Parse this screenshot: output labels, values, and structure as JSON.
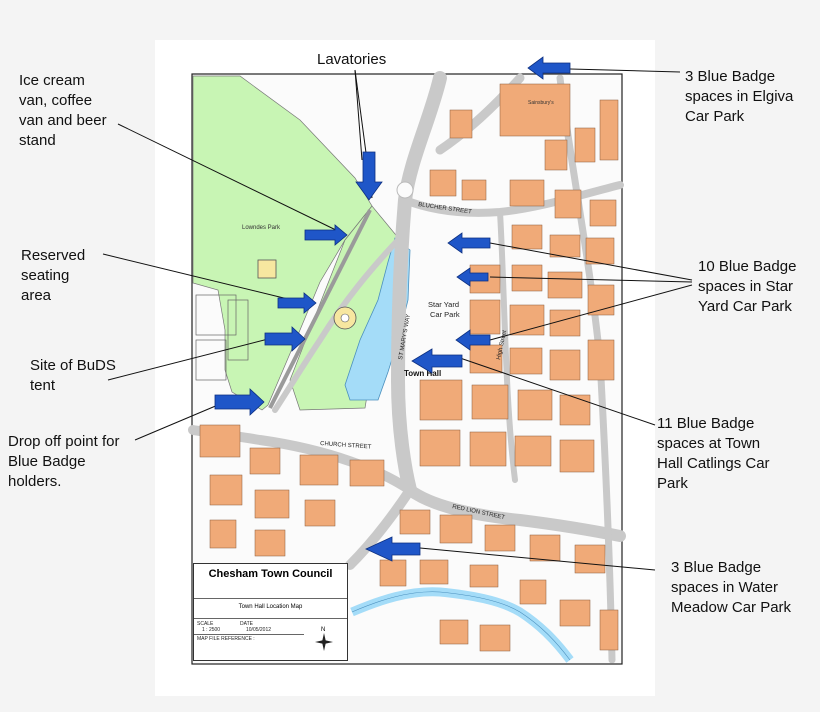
{
  "callouts": {
    "lavatories": "Lavatories",
    "ice_cream": "Ice cream\nvan, coffee\nvan and beer\nstand",
    "reserved_seating": "Reserved\nseating\narea",
    "buds_tent": "Site of BuDS\ntent",
    "drop_off": "Drop off point for\nBlue Badge\nholders.",
    "elgiva": "3 Blue Badge\nspaces in Elgiva\nCar Park",
    "star_yard": "10 Blue Badge\nspaces in Star\nYard Car Park",
    "town_hall_catlings": "11 Blue Badge\nspaces at Town\nHall Catlings Car\nPark",
    "water_meadow": "3 Blue Badge\nspaces in Water\nMeadow Car Park"
  },
  "map_labels": {
    "lowndes_park": "Lowndes Park",
    "star_yard_car_park": "Star Yard\nCar Park",
    "town_hall": "Town Hall",
    "st_marys_way": "ST MARY'S WAY",
    "high_street": "High Street",
    "red_lion_street": "RED LION STREET",
    "church_street": "CHURCH STREET",
    "blucher_street": "BLUCHER STREET",
    "sainsburys": "Sainsbury's"
  },
  "title_block": {
    "council": "Chesham Town Council",
    "map_name": "Town Hall Location Map",
    "scale_label": "SCALE",
    "scale_value": "1 : 2500",
    "date_label": "DATE",
    "date_value": "10/05/2012",
    "map_file_label": "MAP FILE REFERENCE :",
    "north": "N"
  },
  "colors": {
    "park": "#c8f5b4",
    "water": "#a4dcf8",
    "building": "#f0aa78",
    "road": "#cfcfcf",
    "arrow": "#1f56c8"
  }
}
